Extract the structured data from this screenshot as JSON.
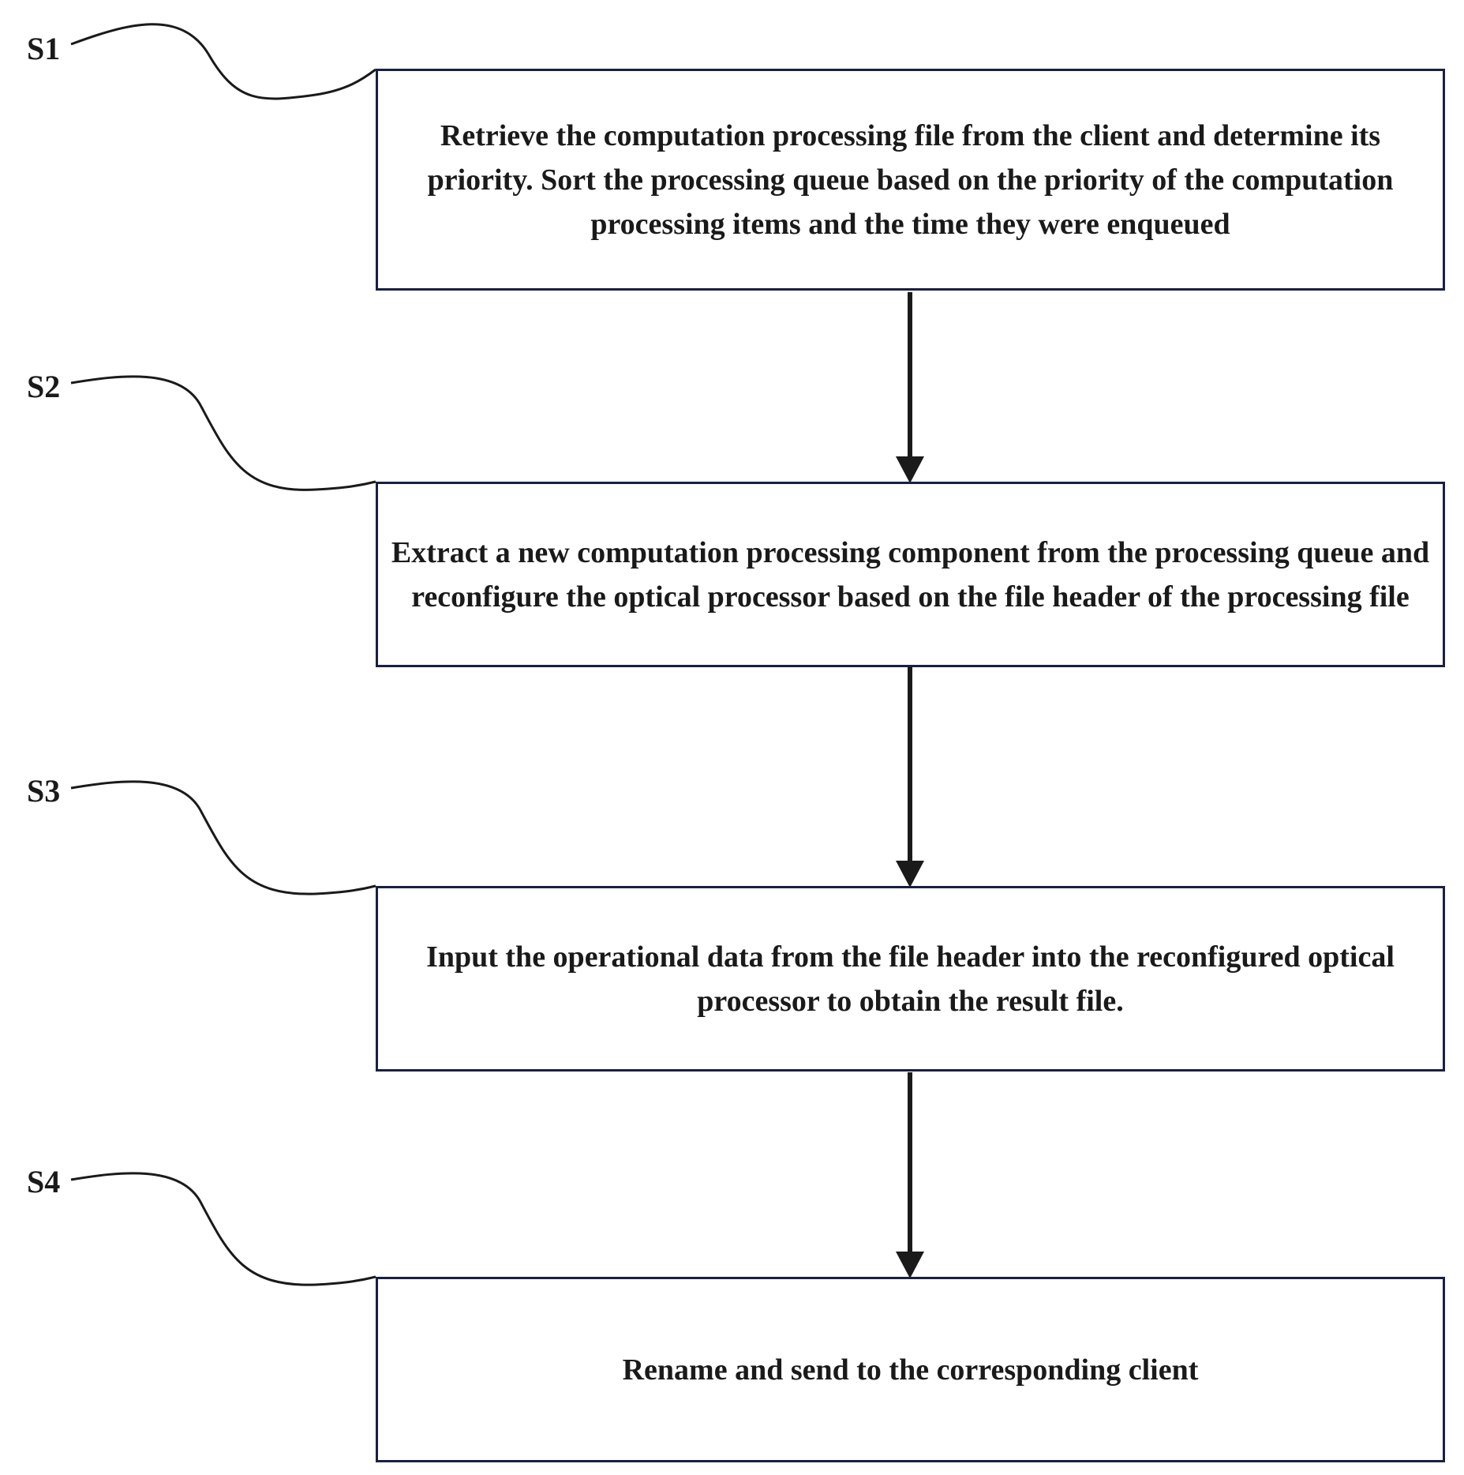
{
  "steps": [
    {
      "id": "S1",
      "text": "Retrieve the computation processing file from the client and determine its priority. Sort the processing queue based on the priority of the computation processing items and the time they were enqueued"
    },
    {
      "id": "S2",
      "text": "Extract a new computation processing component from the processing queue and reconfigure the optical processor based on the file header of the processing file"
    },
    {
      "id": "S3",
      "text": "Input the operational data from the file header into the reconfigured optical processor to obtain the result file."
    },
    {
      "id": "S4",
      "text": "Rename and send to the corresponding client"
    }
  ],
  "colors": {
    "box_border": "#1a2040",
    "line": "#1a1a1a",
    "text": "#1a1a1a"
  }
}
